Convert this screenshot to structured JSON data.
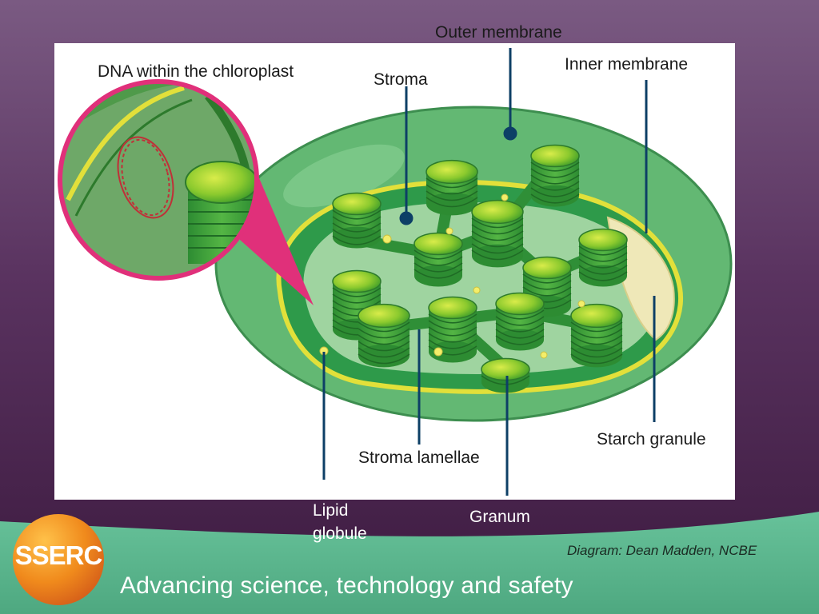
{
  "diagram": {
    "labels": {
      "outer_membrane": "Outer membrane",
      "inner_membrane": "Inner membrane",
      "dna": "DNA within the chloroplast",
      "stroma": "Stroma",
      "starch_granule": "Starch granule",
      "stroma_lamellae": "Stroma lamellae",
      "lipid_globule_line1": "Lipid",
      "lipid_globule_line2": "globule",
      "granum": "Granum"
    },
    "credit": "Diagram: Dean Madden, NCBE"
  },
  "footer": {
    "logo_text": "SSERC",
    "tagline": "Advancing science, technology and safety"
  },
  "colors": {
    "slide_bg": "#5a3360",
    "footer_band": "#5cb88f",
    "chloroplast_outer": "#63b873",
    "chloroplast_inner": "#2e9a4a",
    "membrane_yellow": "#e2e03a",
    "granum_green": "#3cac3a",
    "magnifier_pink": "#e0307a",
    "dna_red": "#c03038",
    "label_line": "#0d3f66",
    "logo_orange": "#f08a1c"
  }
}
